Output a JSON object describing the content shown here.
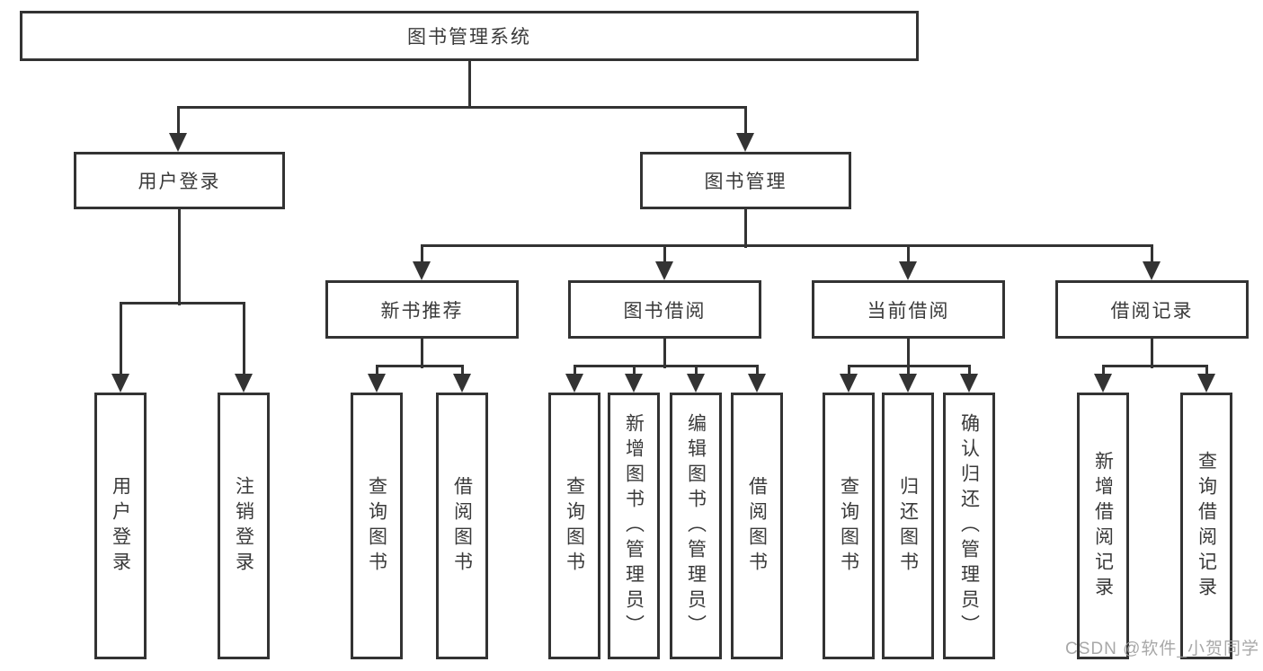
{
  "diagram_title": "图书管理系统",
  "tree": {
    "root": {
      "label": "图书管理系统"
    },
    "branches": [
      {
        "label": "用户登录",
        "children": [
          "用户登录",
          "注销登录"
        ]
      },
      {
        "label": "图书管理",
        "groups": [
          {
            "label": "新书推荐",
            "children": [
              "查询图书",
              "借阅图书"
            ]
          },
          {
            "label": "图书借阅",
            "children": [
              "查询图书",
              "新增图书（管理员）",
              "编辑图书（管理员）",
              "借阅图书"
            ]
          },
          {
            "label": "当前借阅",
            "children": [
              "查询图书",
              "归还图书",
              "确认归还（管理员）"
            ]
          },
          {
            "label": "借阅记录",
            "children": [
              "新增借阅记录",
              "查询借阅记录"
            ]
          }
        ]
      }
    ]
  },
  "watermark": "CSDN @软件_小贺同学",
  "colors": {
    "line": "#333333",
    "box_border": "#333333",
    "text": "#3a3a3a",
    "background": "#ffffff",
    "watermark": "#9e9e9e"
  }
}
